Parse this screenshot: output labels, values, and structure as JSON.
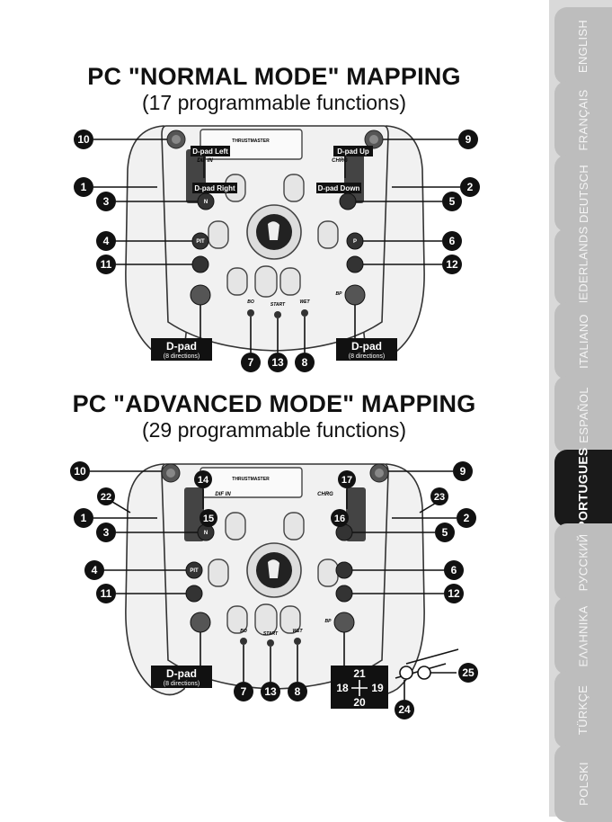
{
  "titles": {
    "normal": "PC \"NORMAL MODE\" MAPPING",
    "normal_sub": "(17 programmable functions)",
    "advanced": "PC \"ADVANCED MODE\" MAPPING",
    "advanced_sub": "(29 programmable functions)"
  },
  "wheel": {
    "brand": "THRUSTMASTER",
    "dif_in": "DIF IN",
    "chrg": "CHRG",
    "bo": "BO",
    "start": "START",
    "wet": "WET",
    "bp": "BP",
    "btn_n": "N",
    "btn_pit": "PIT",
    "btn_p": "P"
  },
  "normal": {
    "dpad_left": "D-pad Left",
    "dpad_right": "D-pad Right",
    "dpad_up": "D-pad Up",
    "dpad_down": "D-pad Down",
    "dpad_label": "D-pad",
    "dpad_sub": "(8 directions)",
    "callouts": {
      "c1": "1",
      "c2": "2",
      "c3": "3",
      "c4": "4",
      "c5": "5",
      "c6": "6",
      "c7": "7",
      "c8": "8",
      "c9": "9",
      "c10": "10",
      "c11": "11",
      "c12": "12",
      "c13": "13"
    }
  },
  "advanced": {
    "dpad_label": "D-pad",
    "dpad_sub": "(8 directions)",
    "pad_top": "21",
    "pad_left": "18",
    "pad_right": "19",
    "pad_bottom": "20",
    "callouts": {
      "c1": "1",
      "c2": "2",
      "c3": "3",
      "c4": "4",
      "c5": "5",
      "c6": "6",
      "c7": "7",
      "c8": "8",
      "c9": "9",
      "c10": "10",
      "c11": "11",
      "c12": "12",
      "c13": "13",
      "c14": "14",
      "c15": "15",
      "c16": "16",
      "c17": "17",
      "c22": "22",
      "c23": "23",
      "c24": "24",
      "c25": "25"
    }
  },
  "languages": [
    "ENGLISH",
    "FRANÇAIS",
    "DEUTSCH",
    "NEDERLANDS",
    "ITALIANO",
    "ESPAÑOL",
    "PORTUGUES",
    "РУССКИЙ",
    "ΕΛΛΗΝΙΚΑ",
    "TÜRKÇE",
    "POLSKI"
  ],
  "active_language": "PORTUGUES",
  "colors": {
    "tab_active": "#1a1a1a",
    "tab_inactive": "#bdbdbd",
    "strip": "#d9d9d9"
  }
}
